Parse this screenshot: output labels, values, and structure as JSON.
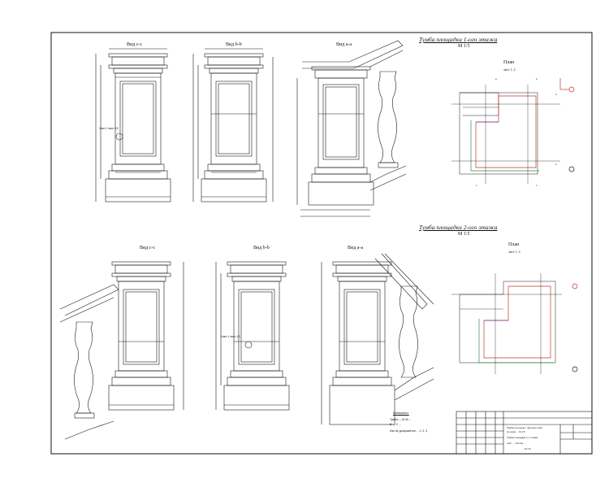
{
  "sheet": {
    "section1": {
      "title": "Тумба площадки 1-ого этажа",
      "scale": "М 1:5",
      "views": [
        "Вид с-с",
        "Вид b-b",
        "Вид а-а"
      ],
      "plan_label": "План",
      "plan_sub": "лист 1, 2"
    },
    "section2": {
      "title": "Тумба площадки 2-ого этажа",
      "scale": "М 1:5",
      "views": [
        "Вид с-с",
        "Вид b-b",
        "Вид а-а"
      ],
      "plan_label": "План",
      "plan_sub": "лист 1, 2"
    },
    "node_callouts": [
      "Узел 1 лист 13",
      "Узел 1 лист 13"
    ],
    "notes": {
      "heading": "Материалы:",
      "lines": [
        "Тумба — М 40 ...",
        "В — С ...",
        "Лак не допускается ... 1, 2, 3"
      ]
    },
    "title_block": {
      "lines": [
        "Тумба лестницы. Чертежи тумб",
        "по осям ... М 1:5",
        "Тумба площадки 1, 2 этажа",
        "лист ... листов ...",
        "М 1:5"
      ]
    },
    "plan_axis_labels": [
      "a",
      "a",
      "b",
      "b",
      "c",
      "c"
    ],
    "colors": {
      "line": "#1a1a1a",
      "plan_red": "#c0392b",
      "plan_green": "#2e8b57",
      "plan_purple": "#7d3c98"
    }
  }
}
